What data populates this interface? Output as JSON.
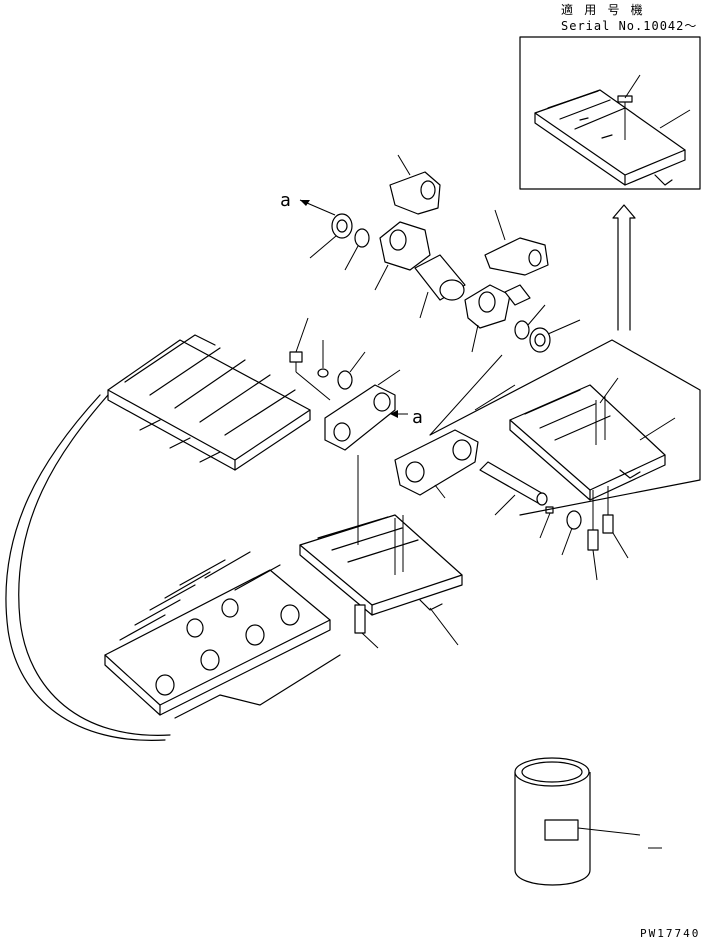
{
  "inset": {
    "header_line1": "適 用 号 機",
    "header_line2": "Serial No.10042～"
  },
  "labels": {
    "view_a_upper": "a",
    "view_a_middle": "a"
  },
  "footer": {
    "drawing_code": "PW17740"
  }
}
